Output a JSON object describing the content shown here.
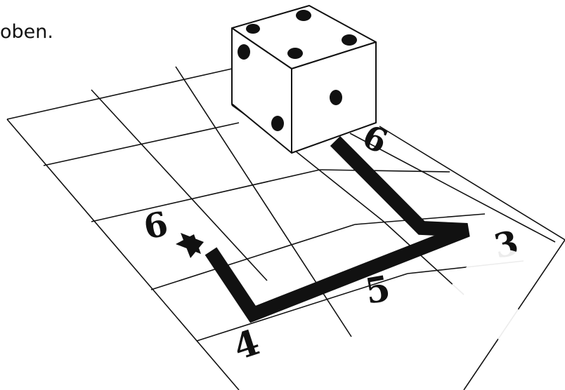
{
  "caption": "oben.",
  "path_labels": {
    "start": "4",
    "bottom": "5",
    "corner_right": "3",
    "end_top": "6",
    "end_left": "6"
  },
  "colors": {
    "ink": "#111111",
    "paper": "#ffffff",
    "watermark": "#ffffff"
  }
}
